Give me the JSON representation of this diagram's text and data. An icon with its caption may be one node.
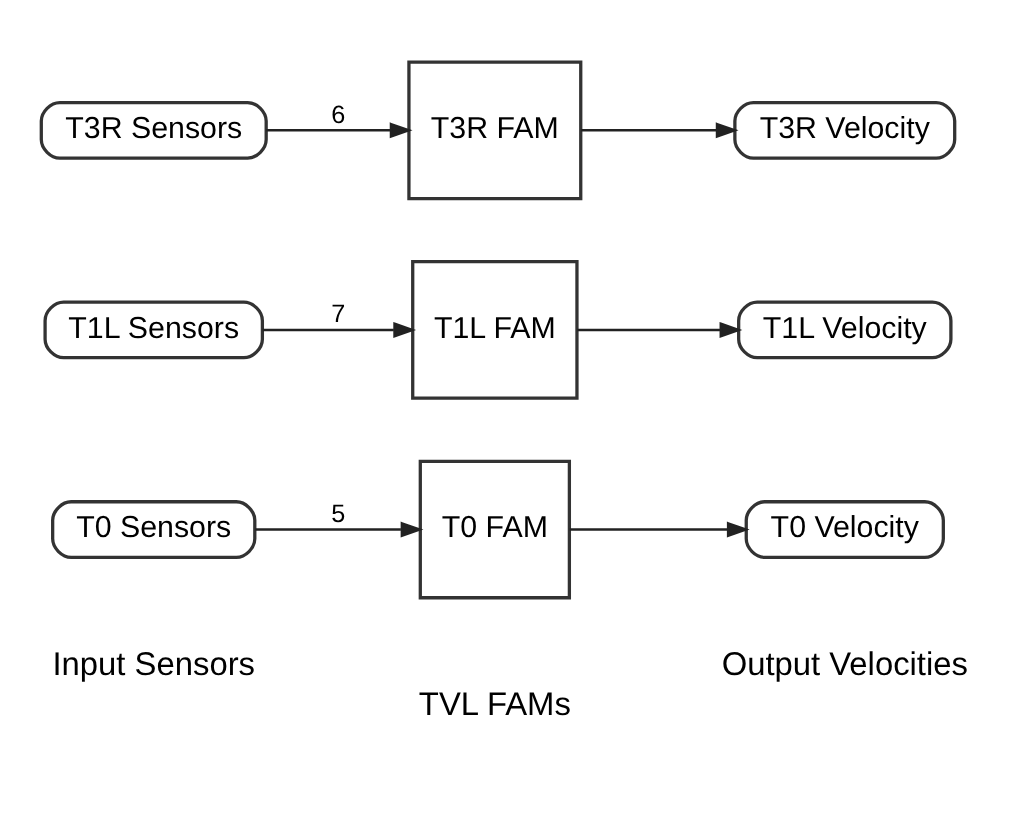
{
  "diagram": {
    "nodes": [
      {
        "text": [
          "T0 Sensors"
        ]
      },
      {
        "text": [
          "T0 FAM"
        ]
      },
      {
        "text": [
          "T0 Velocity"
        ]
      },
      {
        "text": [
          "T1L Sensors"
        ]
      },
      {
        "text": [
          "T1L FAM"
        ]
      },
      {
        "text": [
          "T1L Velocity"
        ]
      },
      {
        "text": [
          "T3R Sensors"
        ]
      },
      {
        "text": [
          "T3R FAM"
        ]
      },
      {
        "text": [
          "T3R Velocity"
        ]
      }
    ],
    "edges": [
      {
        "from": 0,
        "to": 1,
        "arrow": "to",
        "label": "5"
      },
      {
        "from": 1,
        "to": 2,
        "arrow": "to"
      },
      {
        "from": 3,
        "to": 4,
        "arrow": "to",
        "label": "7"
      },
      {
        "from": 4,
        "to": 5,
        "arrow": "to"
      },
      {
        "from": 6,
        "to": 7,
        "arrow": "to",
        "label": "6"
      },
      {
        "from": 7,
        "to": 8,
        "arrow": "to"
      }
    ],
    "labels": [
      "TVL FAMs",
      "Input Sensors",
      "Output Velocities"
    ]
  }
}
